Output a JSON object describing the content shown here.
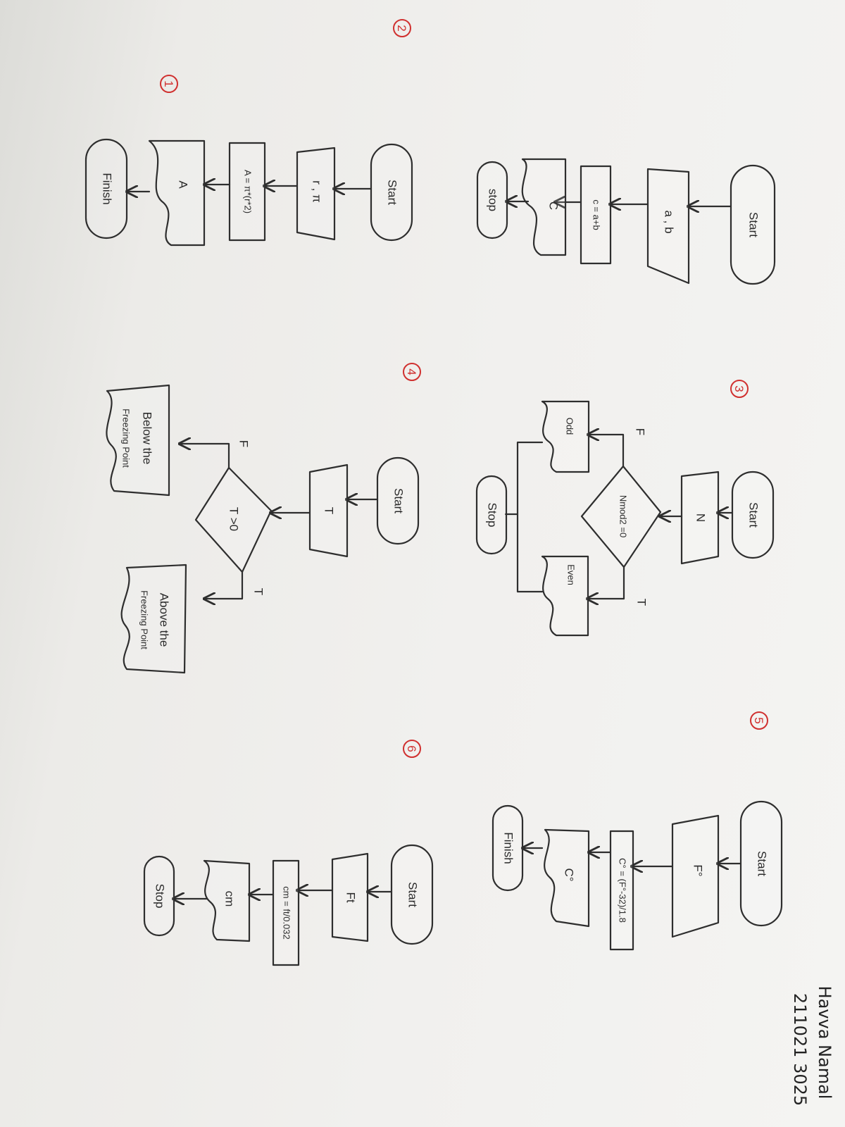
{
  "flowcharts": [
    {
      "number": "1",
      "start": "Start",
      "input": "a , b",
      "process": "c = a+b",
      "output": "C",
      "end": "stop"
    },
    {
      "number": "2",
      "start": "Start",
      "input": "r , π",
      "process": "A = π*(r*2)",
      "output": "A",
      "end": "Finish"
    },
    {
      "number": "3",
      "start": "Start",
      "input": "N",
      "decision": "Nmod2 =0",
      "true_label": "T",
      "false_label": "F",
      "true_output": "Even",
      "false_output": "Odd",
      "end": "Stop"
    },
    {
      "number": "4",
      "start": "Start",
      "input": "T",
      "decision": "T >0",
      "true_label": "T",
      "false_label": "F",
      "true_output_line1": "Above the",
      "true_output_line2": "Freezing Point",
      "false_output_line1": "Below the",
      "false_output_line2": "Freezing Point"
    },
    {
      "number": "5",
      "start": "Start",
      "input": "F°",
      "process": "C° = (F°-32)/1.8",
      "output": "C°",
      "end": "Finish"
    },
    {
      "number": "6",
      "start": "Start",
      "input": "Ft",
      "process": "cm = ft/0.032",
      "output": "cm",
      "end": "Stop"
    }
  ],
  "author": {
    "name": "Havva Namal",
    "id": "211021 3025"
  },
  "colors": {
    "ink": "#2e2e2e",
    "marker": "#d0302f",
    "paper": "#f1f0ee"
  }
}
